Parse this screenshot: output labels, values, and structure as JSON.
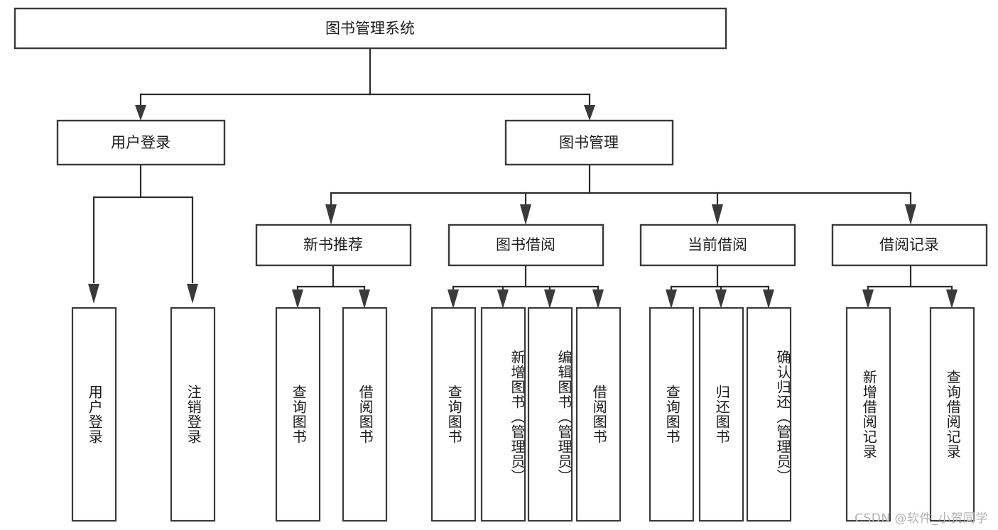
{
  "diagram": {
    "title": "图书管理系统",
    "watermark": "CSDN @软件_小贺同学",
    "level2": [
      {
        "label": "用户登录"
      },
      {
        "label": "图书管理"
      }
    ],
    "level3": [
      {
        "label": "新书推荐"
      },
      {
        "label": "图书借阅"
      },
      {
        "label": "当前借阅"
      },
      {
        "label": "借阅记录"
      }
    ],
    "leaves": {
      "user_login": [
        {
          "label": "用户登录"
        },
        {
          "label": "注销登录"
        }
      ],
      "new_book_recommend": [
        {
          "label": "查询图书"
        },
        {
          "label": "借阅图书"
        }
      ],
      "book_borrow": [
        {
          "label": "查询图书"
        },
        {
          "label": "新增图书（管理员）"
        },
        {
          "label": "编辑图书（管理员）"
        },
        {
          "label": "借阅图书"
        }
      ],
      "current_borrow": [
        {
          "label": "查询图书"
        },
        {
          "label": "归还图书"
        },
        {
          "label": "确认归还（管理员）"
        }
      ],
      "borrow_record": [
        {
          "label": "新增借阅记录"
        },
        {
          "label": "查询借阅记录"
        }
      ]
    },
    "colors": {
      "box_stroke": "#3a3a3a",
      "connector": "#2b2b2b",
      "text": "#1c1c1c",
      "background": "#ffffff",
      "watermark": "#b4b4b4"
    }
  }
}
